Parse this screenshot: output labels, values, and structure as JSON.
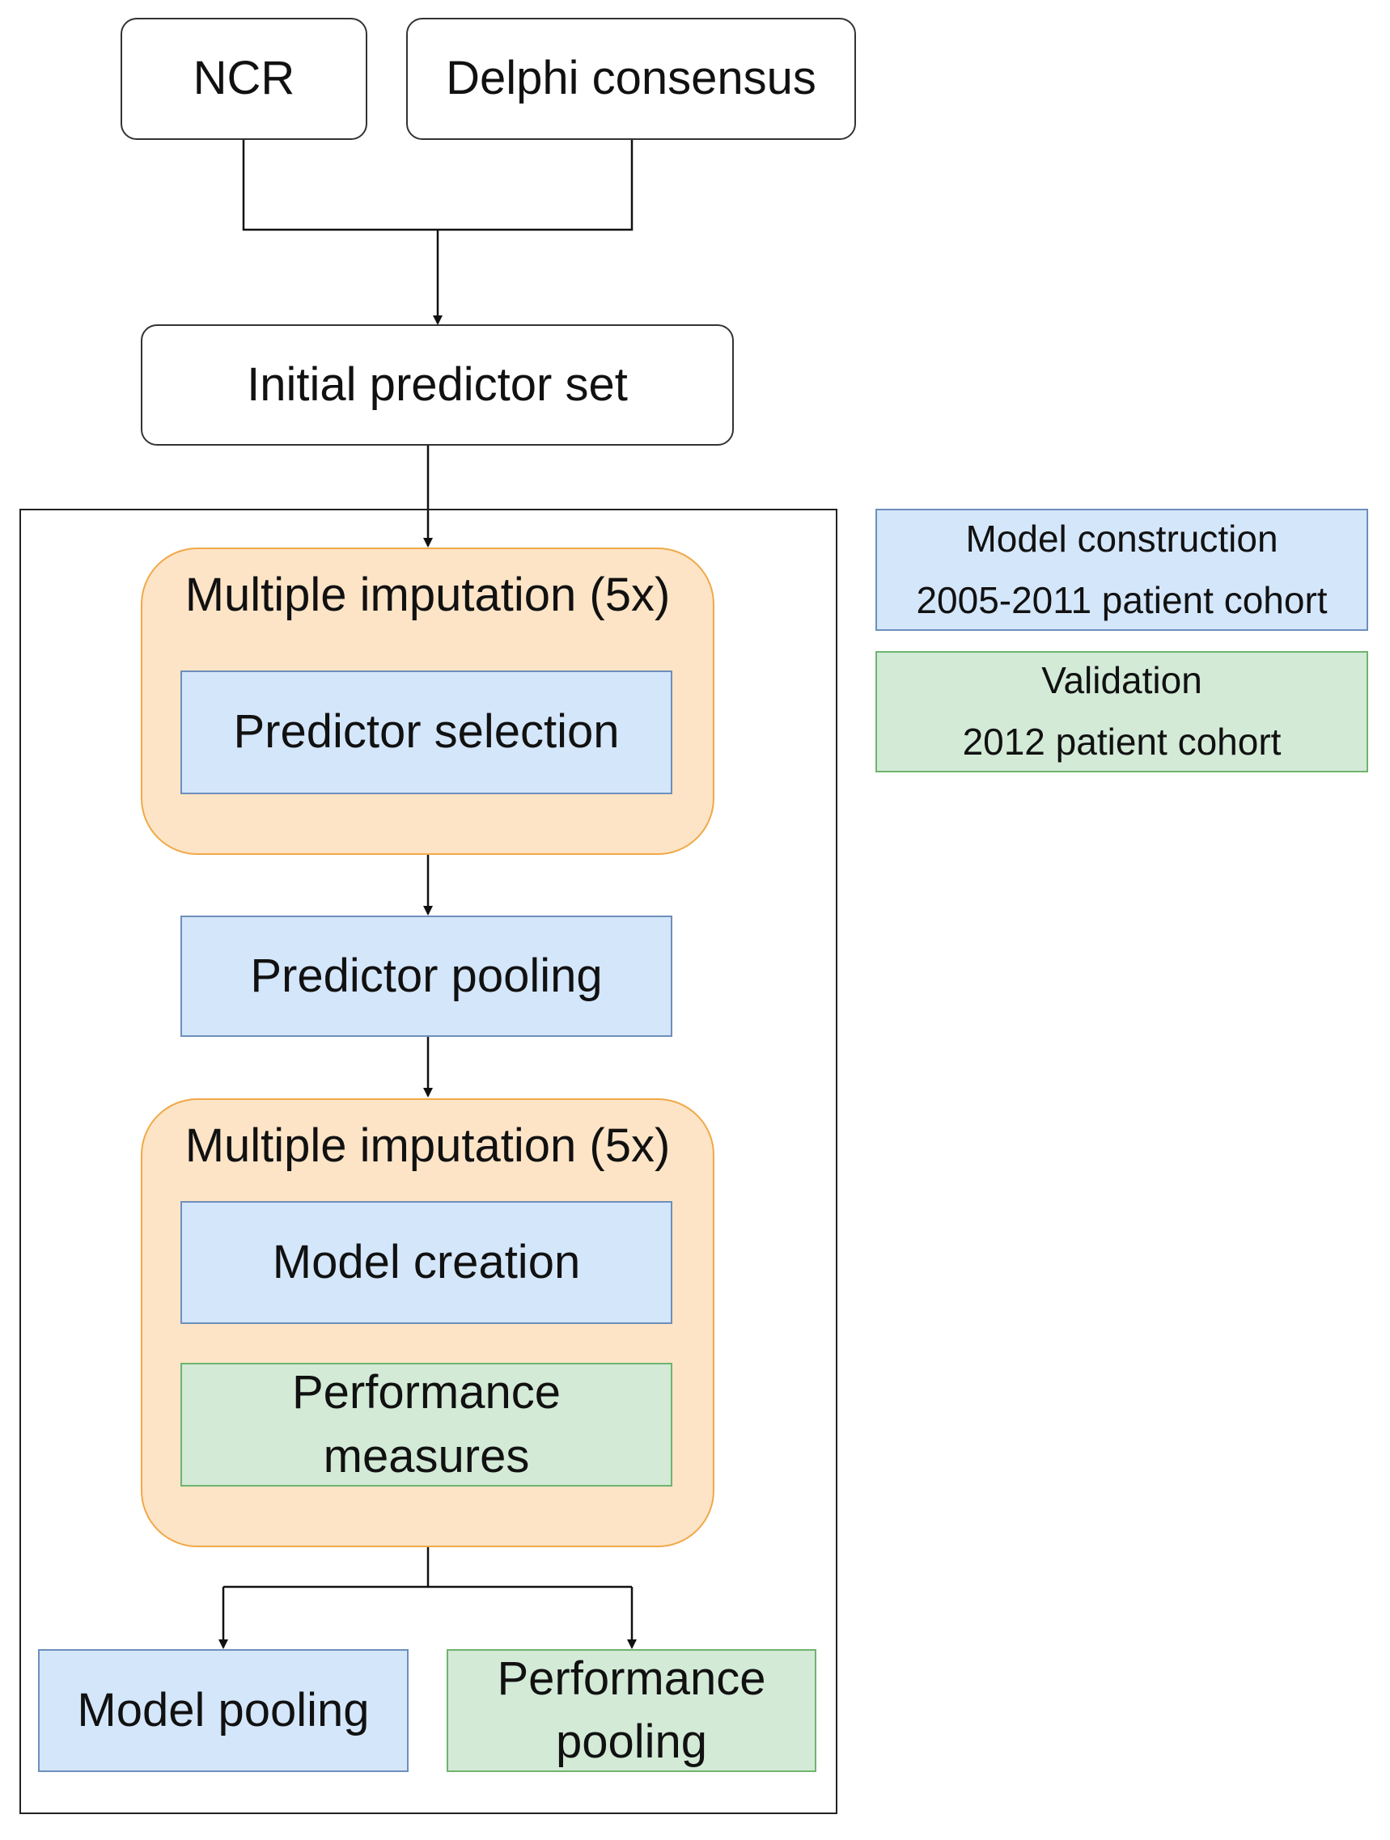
{
  "nodes": {
    "ncr": "NCR",
    "delphi": "Delphi consensus",
    "initial": "Initial predictor set",
    "mi1_title": "Multiple imputation (5x)",
    "predictor_selection": "Predictor selection",
    "predictor_pooling": "Predictor pooling",
    "mi2_title": "Multiple imputation (5x)",
    "model_creation": "Model creation",
    "performance_measures": "Performance measures",
    "model_pooling": "Model pooling",
    "performance_pooling": "Performance pooling"
  },
  "legend": {
    "construction_line1": "Model construction",
    "construction_line2": "2005-2011 patient cohort",
    "validation_line1": "Validation",
    "validation_line2": "2012 patient cohort"
  },
  "colors": {
    "construction": "#d4e6fa",
    "validation": "#d3ead7",
    "imputation": "#fde4c7",
    "imputation_border": "#f0a947"
  }
}
